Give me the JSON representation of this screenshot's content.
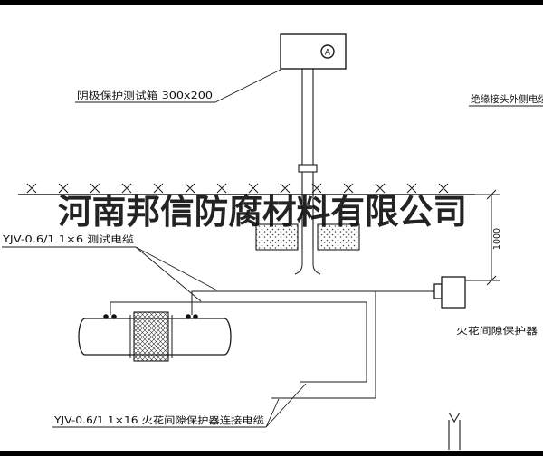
{
  "watermark": {
    "text": "河南邦信防腐材料有限公司"
  },
  "diagram": {
    "test_box_label": "阴极保护测试箱 300x200",
    "outer_cable_label": "绝缘接头外侧电缆",
    "test_cable_label": "YJV-0.6/1 1×6  测试电缆",
    "spark_gap_label": "火花间隙保护器",
    "spark_cable_label": "YJV-0.6/1 1×16  火花间隙保护器连接电缆",
    "meter_symbol": "A",
    "dimension": "1000"
  },
  "colors": {
    "line": "#1a1a1a",
    "background": "#ffffff"
  }
}
